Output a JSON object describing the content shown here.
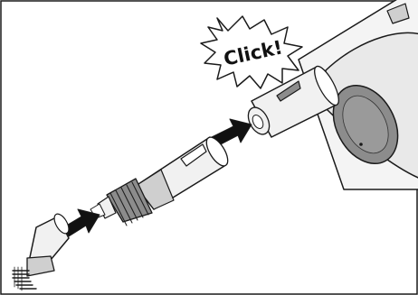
{
  "callout": {
    "text": "Click!"
  },
  "colors": {
    "outline": "#1a1a1a",
    "light_fill": "#f1f1f1",
    "mid_fill": "#cfcfcf",
    "dark_fill": "#8c8c8c",
    "arrow": "#111111",
    "background": "#ffffff"
  },
  "icons": {
    "arrows": [
      "assembly-arrow-1",
      "assembly-arrow-2"
    ]
  }
}
